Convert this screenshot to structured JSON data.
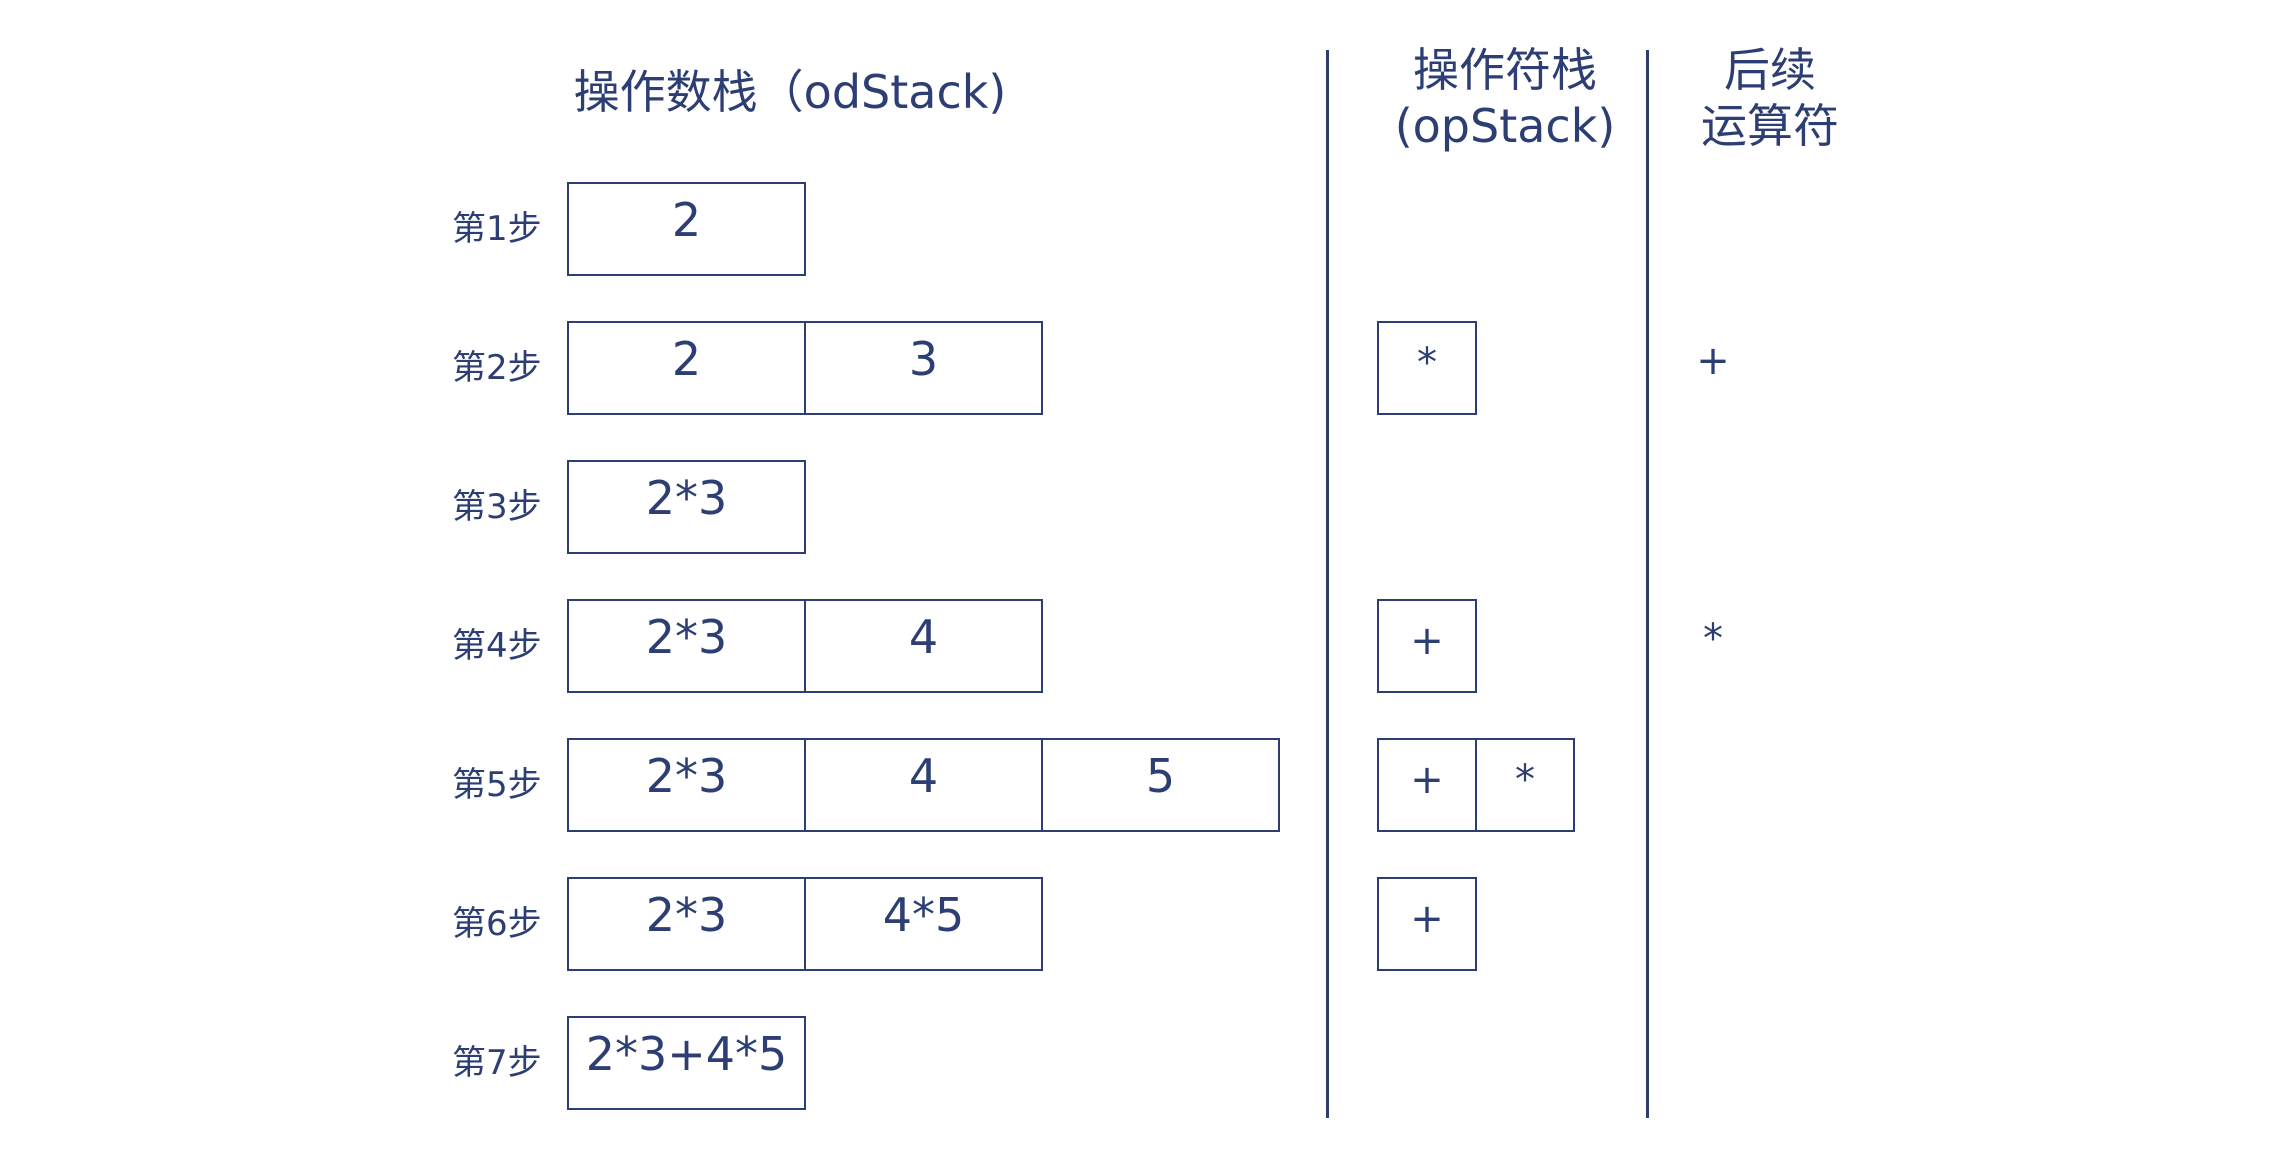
{
  "headers": {
    "odstack": "操作数栈（odStack)",
    "opstack_line1": "操作符栈",
    "opstack_line2": "(opStack)",
    "future_line1": "后续",
    "future_line2": "运算符"
  },
  "steps": [
    {
      "label": "第1步",
      "operands": [
        "2"
      ],
      "operators": [],
      "next": ""
    },
    {
      "label": "第2步",
      "operands": [
        "2",
        "3"
      ],
      "operators": [
        "*"
      ],
      "next": "+"
    },
    {
      "label": "第3步",
      "operands": [
        "2*3"
      ],
      "operators": [],
      "next": ""
    },
    {
      "label": "第4步",
      "operands": [
        "2*3",
        "4"
      ],
      "operators": [
        "+"
      ],
      "next": "*"
    },
    {
      "label": "第5步",
      "operands": [
        "2*3",
        "4",
        "5"
      ],
      "operators": [
        "+",
        "*"
      ],
      "next": ""
    },
    {
      "label": "第6步",
      "operands": [
        "2*3",
        "4*5"
      ],
      "operators": [
        "+"
      ],
      "next": ""
    },
    {
      "label": "第7步",
      "operands": [
        "2*3+4*5"
      ],
      "operators": [],
      "next": ""
    }
  ],
  "colors": {
    "ink": "#2c3e73",
    "background": "#ffffff"
  }
}
